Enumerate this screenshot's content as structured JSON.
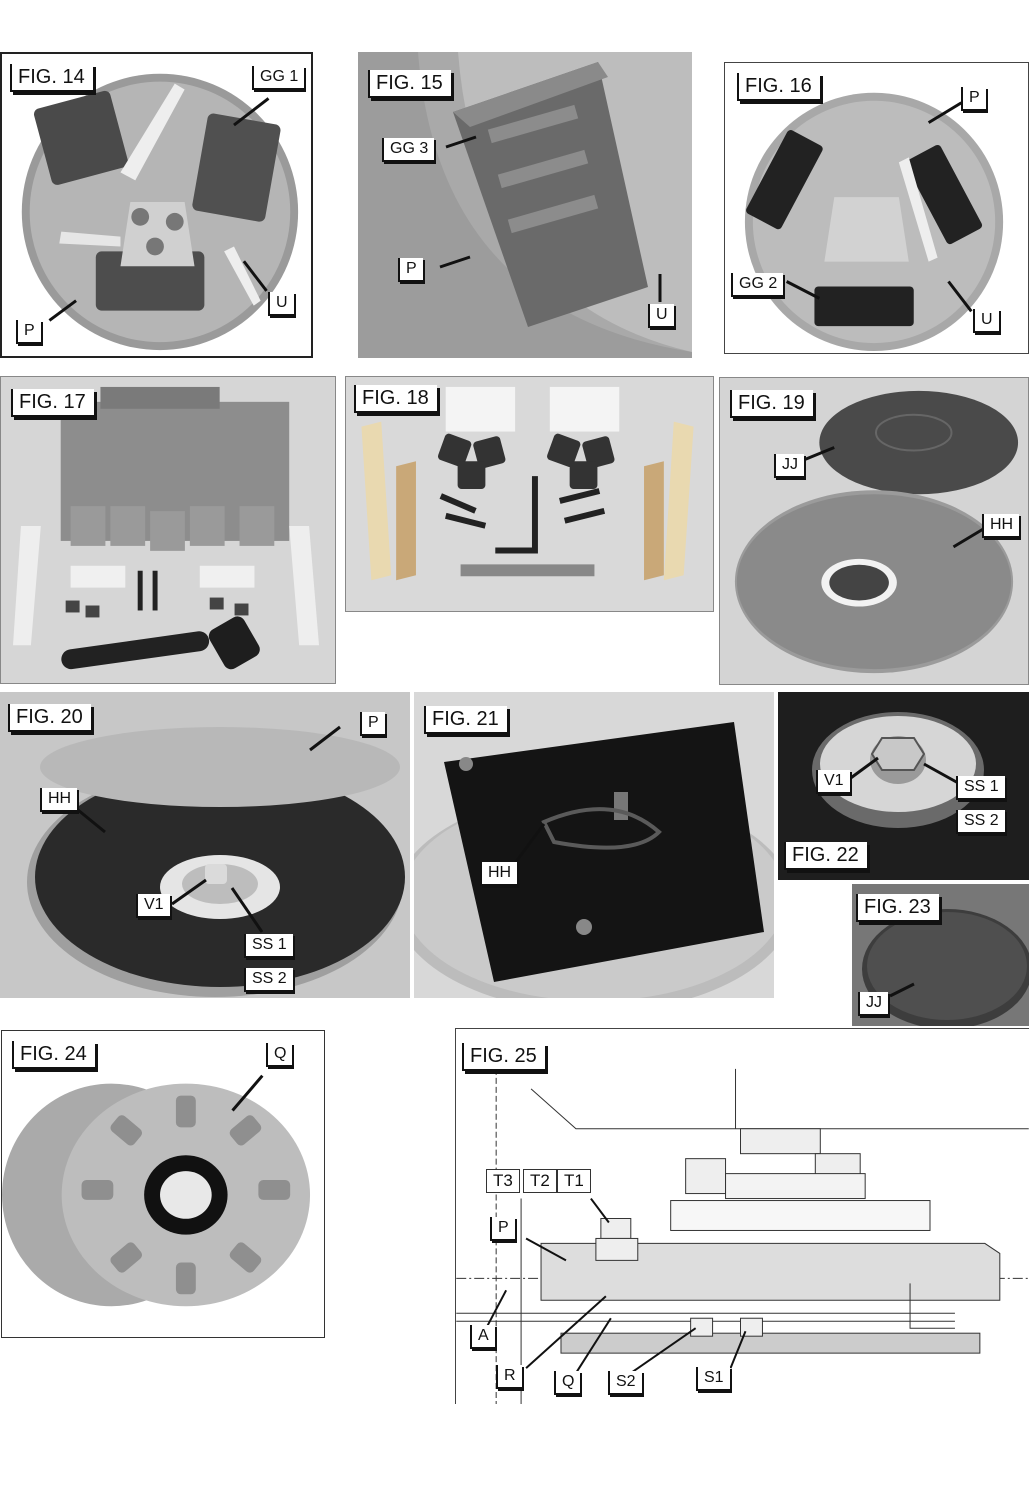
{
  "figures": {
    "fig14": {
      "title": "FIG. 14",
      "labels": {
        "gg1": "GG 1",
        "p": "P",
        "u": "U"
      }
    },
    "fig15": {
      "title": "FIG. 15",
      "labels": {
        "gg3": "GG 3",
        "p": "P",
        "u": "U"
      }
    },
    "fig16": {
      "title": "FIG. 16",
      "labels": {
        "p": "P",
        "gg2": "GG 2",
        "u": "U"
      }
    },
    "fig17": {
      "title": "FIG. 17"
    },
    "fig18": {
      "title": "FIG. 18"
    },
    "fig19": {
      "title": "FIG. 19",
      "labels": {
        "jj": "JJ",
        "hh": "HH"
      }
    },
    "fig20": {
      "title": "FIG. 20",
      "labels": {
        "p": "P",
        "hh": "HH",
        "v1": "V1",
        "ss1": "SS 1",
        "ss2": "SS 2"
      }
    },
    "fig21": {
      "title": "FIG. 21",
      "labels": {
        "hh": "HH"
      }
    },
    "fig22": {
      "title": "FIG. 22",
      "labels": {
        "v1": "V1",
        "ss1": "SS 1",
        "ss2": "SS 2"
      }
    },
    "fig23": {
      "title": "FIG. 23",
      "labels": {
        "jj": "JJ"
      }
    },
    "fig24": {
      "title": "FIG. 24",
      "labels": {
        "q": "Q"
      }
    },
    "fig25": {
      "title": "FIG. 25",
      "labels": {
        "t3": "T3",
        "t2": "T2",
        "t1": "T1",
        "p": "P",
        "a": "A",
        "r": "R",
        "q": "Q",
        "s2": "S2",
        "s1": "S1"
      }
    }
  }
}
